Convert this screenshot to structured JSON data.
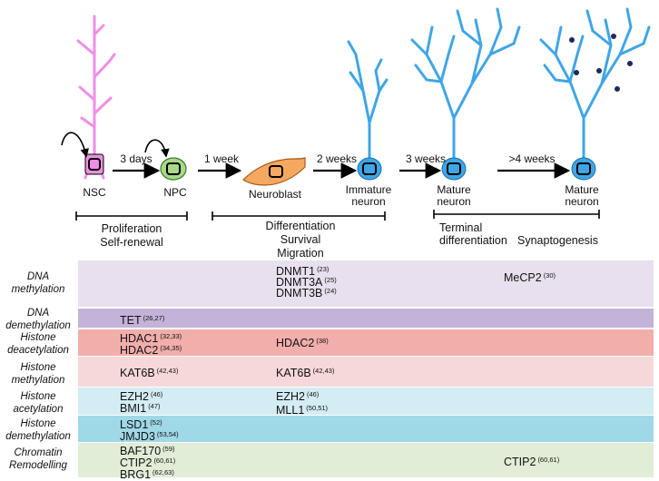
{
  "stages": [
    {
      "id": "nsc",
      "label": "NSC"
    },
    {
      "id": "npc",
      "label": "NPC"
    },
    {
      "id": "neuroblast",
      "label": "Neuroblast"
    },
    {
      "id": "immature",
      "label": "Immature\nneuron"
    },
    {
      "id": "mature1",
      "label": "Mature\nneuron"
    },
    {
      "id": "mature2",
      "label": "Mature\nneuron"
    }
  ],
  "arrows": [
    "3 days",
    "1 week",
    "2 weeks",
    "3 weeks",
    ">4 weeks"
  ],
  "phases": {
    "proliferation": "Proliferation\nSelf-renewal",
    "differentiation": "Differentiation\nSurvival\nMigration",
    "terminal": "Terminal\ndifferentiation",
    "synaptogenesis": "Synaptogenesis"
  },
  "colors": {
    "nsc": "#f08ee6",
    "neuron": "#3fa6e6",
    "npc": "#a8d88a",
    "neuroblast": "#f5a860"
  },
  "rows": [
    {
      "label": "DNA\nmethylation",
      "color": "#e8e0ee",
      "mid": [
        {
          "name": "DNMT1",
          "ref": "(23)"
        },
        {
          "name": "DNMT3A",
          "ref": "(25)"
        },
        {
          "name": "DNMT3B",
          "ref": "(24)"
        }
      ],
      "right": [
        {
          "name": "MeCP2",
          "ref": "(30)"
        }
      ]
    },
    {
      "label": "DNA\ndemethylation",
      "color": "#c4b3d8",
      "left": [
        {
          "name": "TET",
          "ref": "(26,27)"
        }
      ]
    },
    {
      "label": "Histone\ndeacetylation",
      "color": "#f1aeab",
      "left": [
        {
          "name": "HDAC1",
          "ref": "(32,33)"
        },
        {
          "name": "HDAC2",
          "ref": "(34,35)"
        }
      ],
      "mid": [
        {
          "name": "HDAC2",
          "ref": "(38)"
        }
      ]
    },
    {
      "label": "Histone\nmethylation",
      "color": "#f7d8d8",
      "left": [
        {
          "name": "KAT6B",
          "ref": "(42,43)"
        }
      ],
      "mid": [
        {
          "name": "KAT6B",
          "ref": "(42,43)"
        }
      ]
    },
    {
      "label": "Histone\nacetylation",
      "color": "#d4ecf3",
      "left": [
        {
          "name": "EZH2",
          "ref": "(46)"
        },
        {
          "name": "BMI1",
          "ref": "(47)"
        }
      ],
      "mid": [
        {
          "name": "EZH2",
          "ref": "(46)"
        },
        {
          "name": "MLL1",
          "ref": "(50,51)"
        }
      ]
    },
    {
      "label": "Histone\ndemethylation",
      "color": "#9fd8e6",
      "left": [
        {
          "name": "LSD1",
          "ref": "(52)"
        },
        {
          "name": "JMJD3",
          "ref": "(53,54)"
        }
      ]
    },
    {
      "label": "Chromatin\nRemodelling",
      "color": "#e1edd7",
      "left": [
        {
          "name": "BAF170",
          "ref": "(59)"
        },
        {
          "name": "CTIP2",
          "ref": "(60,61)"
        },
        {
          "name": "BRG1",
          "ref": "(62,63)"
        }
      ],
      "right": [
        {
          "name": "CTIP2",
          "ref": "(60,61)"
        }
      ]
    }
  ]
}
